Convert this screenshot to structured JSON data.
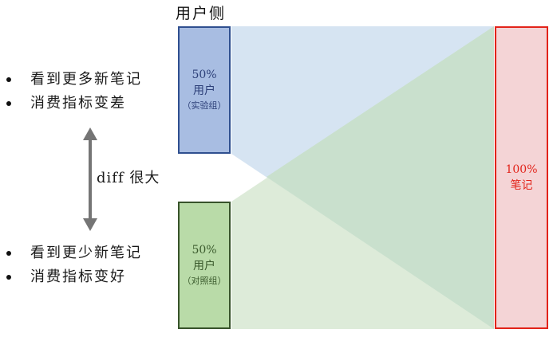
{
  "header": {
    "title": "用户侧"
  },
  "left_annotations": {
    "top_bullets": [
      "看到更多新笔记",
      "消费指标变差"
    ],
    "diff_label": "diff 很大",
    "bottom_bullets": [
      "看到更少新笔记",
      "消费指标变好"
    ]
  },
  "groups": {
    "experiment": {
      "percent": "50%",
      "label": "用户",
      "sublabel": "（实验组）",
      "fill": "#a8bde2",
      "border": "#2f4f8f"
    },
    "control": {
      "percent": "50%",
      "label": "用户",
      "sublabel": "（对照组）",
      "fill": "#b9dba8",
      "border": "#37532a"
    }
  },
  "notes_pool": {
    "percent": "100%",
    "label": "笔记",
    "fill": "#f4d4d6",
    "border": "#e2231a"
  },
  "flows": {
    "experiment_color": "#d6e4f2",
    "control_color": "#d7e8d2",
    "overlap_color": "#c9e0cd"
  },
  "arrow": {
    "color": "#757575",
    "direction": "bidirectional-vertical"
  }
}
